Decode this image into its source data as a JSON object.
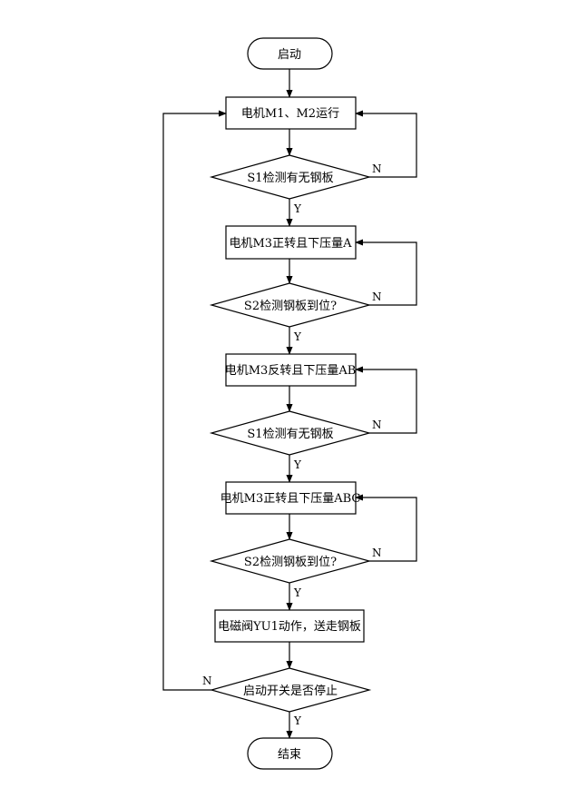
{
  "flowchart": {
    "start": "启动",
    "end": "结束",
    "steps": [
      {
        "process": "电机M1、M2运行",
        "decision": "S1检测有无钢板"
      },
      {
        "process": "电机M3正转且下压量A",
        "decision": "S2检测钢板到位?"
      },
      {
        "process": "电机M3反转且下压量AB",
        "decision": "S1检测有无钢板"
      },
      {
        "process": "电机M3正转且下压量ABC",
        "decision": "S2检测钢板到位?"
      }
    ],
    "final_process": "电磁阀YU1动作，送走钢板",
    "final_decision": "启动开关是否停止",
    "yes_label": "Y",
    "no_label": "N"
  }
}
